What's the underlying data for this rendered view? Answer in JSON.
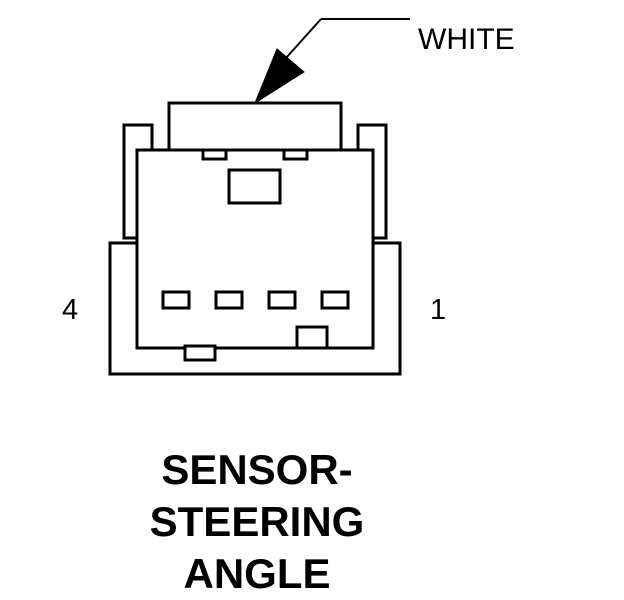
{
  "diagram": {
    "callout": "WHITE",
    "pin_left": "4",
    "pin_right": "1",
    "title_lines": [
      "SENSOR-",
      "STEERING",
      "ANGLE"
    ]
  },
  "colors": {
    "line": "#000000",
    "background": "#ffffff"
  }
}
